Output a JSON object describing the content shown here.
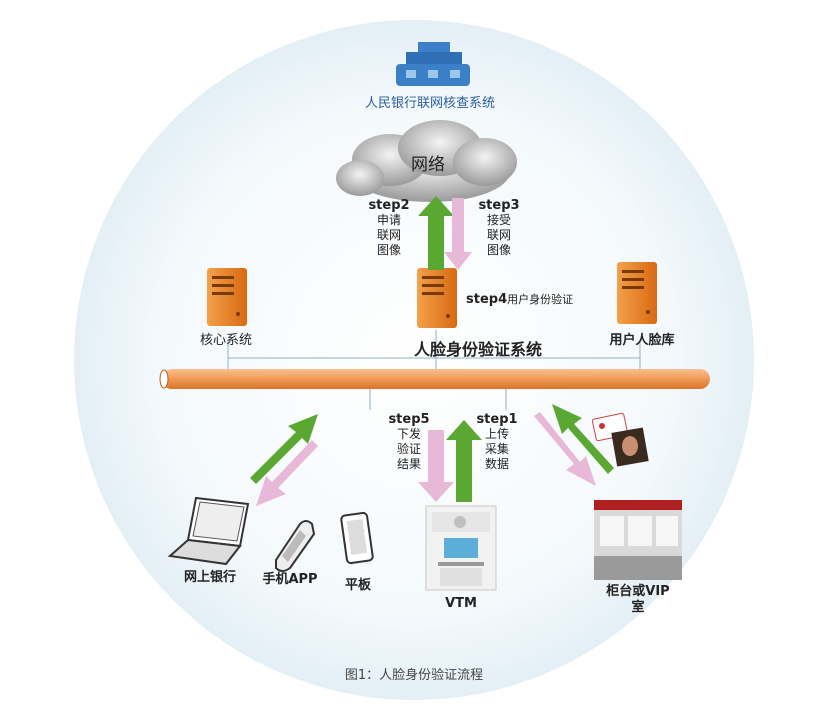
{
  "diagram": {
    "top_system": "人民银行联网核查系统",
    "cloud_label": "网络",
    "core_system": "核心系统",
    "face_system": "人脸身份验证系统",
    "face_db": "用户人脸库",
    "step2": {
      "title": "step2",
      "lines": [
        "申请",
        "联网",
        "图像"
      ]
    },
    "step3": {
      "title": "step3",
      "lines": [
        "接受",
        "联网",
        "图像"
      ]
    },
    "step4": {
      "title": "step4",
      "text": "用户身份验证"
    },
    "step5": {
      "title": "step5",
      "lines": [
        "下发",
        "验证",
        "结果"
      ]
    },
    "step1": {
      "title": "step1",
      "lines": [
        "上传",
        "采集",
        "数据"
      ]
    },
    "clients": {
      "online_bank": "网上银行",
      "mobile_app": "手机APP",
      "tablet": "平板",
      "vtm": "VTM",
      "counter": "柜台或VIP",
      "counter2": "室"
    },
    "caption": "图1：人脸身份验证流程",
    "colors": {
      "green_arrow": "#5aa832",
      "pink_arrow": "#e8b8d8",
      "bus": "#f0a060",
      "server": "#f08a2a",
      "circle": "#eef6fb"
    }
  }
}
